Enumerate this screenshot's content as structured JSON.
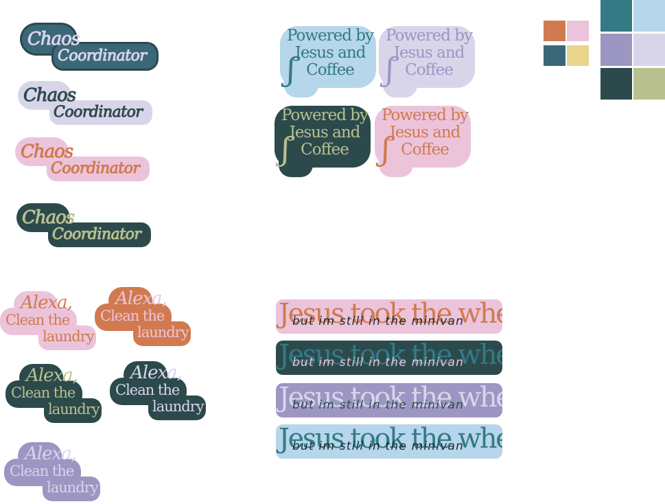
{
  "colors": {
    "terracotta": "#d17a4f",
    "pink": "#ebc4db",
    "slate": "#3b6878",
    "butter": "#e9d48c",
    "teal": "#347a85",
    "sky": "#b5d6eb",
    "lavender": "#9b96c2",
    "lilac": "#d8d5eb",
    "forest": "#2c4a4c",
    "sage": "#b7c08e"
  },
  "chaos": {
    "line1": "Chaos",
    "line2": "Coordinator"
  },
  "power": {
    "text": "Powered by\nJesus and\nCoffee",
    "swash": "ʃ"
  },
  "alexa": {
    "line1": "Alexa,",
    "line2": "Clean the",
    "line3": "laundry"
  },
  "jesus": {
    "main": "Jesus took the wheel",
    "script": "but im still in the minivan"
  }
}
